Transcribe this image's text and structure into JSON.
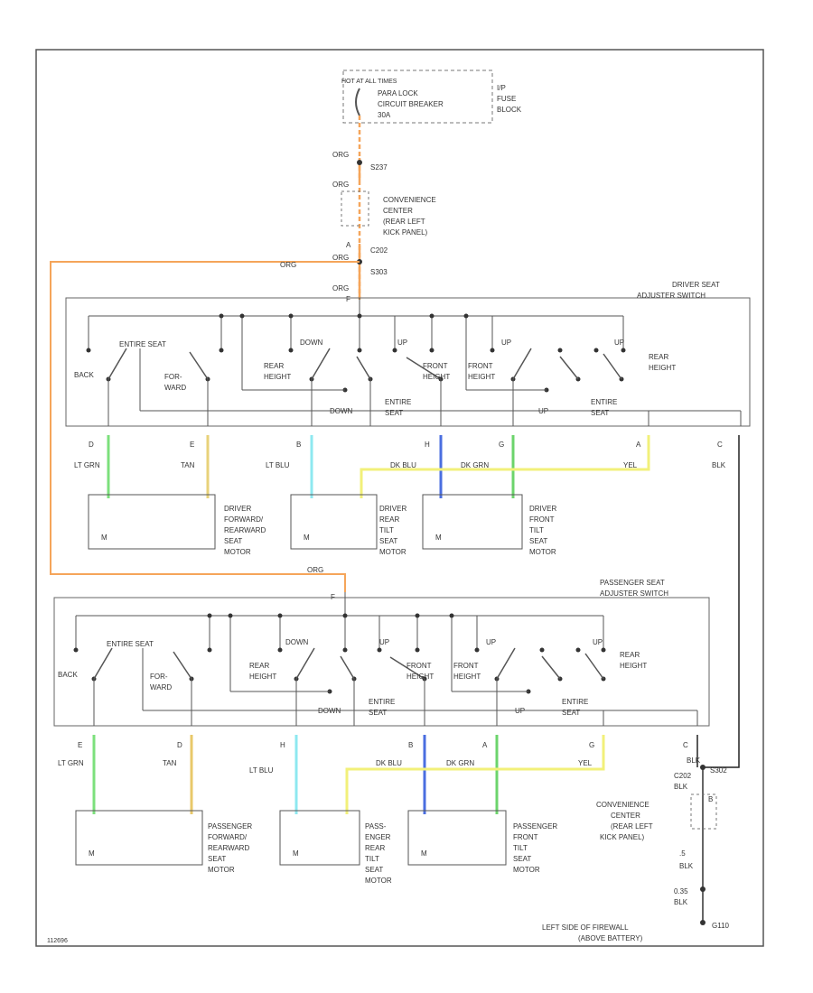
{
  "fuse": {
    "hot_label": "HOT AT ALL TIMES",
    "cb_line1": "PARA LOCK",
    "cb_line2": "CIRCUIT BREAKER",
    "cb_line3": "30A",
    "block_line1": "I/P",
    "block_line2": "FUSE",
    "block_line3": "BLOCK"
  },
  "feed": {
    "wire1": "ORG",
    "conn1": "S237",
    "wire2": "ORG",
    "conv_line1": "CONVENIENCE",
    "conv_line2": "CENTER",
    "conv_line3": "(REAR LEFT",
    "conv_line4": "KICK PANEL)",
    "pin_a": "A",
    "conn2": "C202",
    "wire_branch": "ORG",
    "wire3": "ORG",
    "conn3": "S303",
    "wire4": "ORG",
    "pin_f": "F"
  },
  "driver_switch": {
    "title_line1": "DRIVER SEAT",
    "title_line2": "ADJUSTER SWITCH",
    "lbl_entire_seat": "ENTIRE SEAT",
    "lbl_back": "BACK",
    "lbl_forward": "FOR-",
    "lbl_forward2": "WARD",
    "lbl_rear_height": "REAR",
    "lbl_rear_height2": "HEIGHT",
    "lbl_down": "DOWN",
    "lbl_down2": "DOWN",
    "lbl_front_height": "FRONT",
    "lbl_front_height2": "HEIGHT",
    "lbl_entire_seat2": "ENTIRE",
    "lbl_entire_seat2b": "SEAT",
    "lbl_front2": "FRONT",
    "lbl_front2b": "HEIGHT",
    "lbl_up": "UP",
    "lbl_up2": "UP",
    "lbl_up3": "UP",
    "lbl_rear2": "REAR",
    "lbl_rear2b": "HEIGHT",
    "lbl_entire_seat3": "ENTIRE",
    "lbl_entire_seat3b": "SEAT"
  },
  "driver_wires": [
    {
      "pin": "D",
      "color": "LT GRN",
      "hex": "#7ce07c"
    },
    {
      "pin": "E",
      "color": "TAN",
      "hex": "#e8d27a"
    },
    {
      "pin": "B",
      "color": "LT BLU",
      "hex": "#8ee8f0"
    },
    {
      "pin": "H",
      "color": "DK BLU",
      "hex": "#4a6ee0"
    },
    {
      "pin": "G",
      "color": "DK GRN",
      "hex": "#6cd46c"
    },
    {
      "pin": "A",
      "color": "YEL",
      "hex": "#f2f07a"
    },
    {
      "pin": "C",
      "color": "BLK",
      "hex": "#222222"
    }
  ],
  "driver_motors": [
    {
      "line1": "DRIVER",
      "line2": "FORWARD/",
      "line3": "REARWARD",
      "line4": "SEAT",
      "line5": "MOTOR"
    },
    {
      "line1": "DRIVER",
      "line2": "REAR",
      "line3": "TILT",
      "line4": "SEAT",
      "line5": "MOTOR"
    },
    {
      "line1": "DRIVER",
      "line2": "FRONT",
      "line3": "TILT",
      "line4": "SEAT",
      "line5": "MOTOR"
    }
  ],
  "pass_feed": {
    "wire": "ORG",
    "pin": "F"
  },
  "pass_switch": {
    "title_line1": "PASSENGER SEAT",
    "title_line2": "ADJUSTER SWITCH",
    "lbl_entire_seat": "ENTIRE SEAT",
    "lbl_back": "BACK",
    "lbl_forward": "FOR-",
    "lbl_forward2": "WARD",
    "lbl_rear_height": "REAR",
    "lbl_rear_height2": "HEIGHT",
    "lbl_down": "DOWN",
    "lbl_down2": "DOWN",
    "lbl_front_height": "FRONT",
    "lbl_front_height2": "HEIGHT",
    "lbl_entire_seat2": "ENTIRE",
    "lbl_entire_seat2b": "SEAT",
    "lbl_front2": "FRONT",
    "lbl_front2b": "HEIGHT",
    "lbl_up": "UP",
    "lbl_up2": "UP",
    "lbl_up3": "UP",
    "lbl_rear2": "REAR",
    "lbl_rear2b": "HEIGHT",
    "lbl_entire_seat3": "ENTIRE",
    "lbl_entire_seat3b": "SEAT"
  },
  "pass_wires": [
    {
      "pin": "E",
      "color": "LT GRN",
      "hex": "#7ce07c"
    },
    {
      "pin": "D",
      "color": "TAN",
      "hex": "#e8c86a"
    },
    {
      "pin": "H",
      "color": "LT BLU",
      "hex": "#8ee8f0"
    },
    {
      "pin": "B",
      "color": "DK BLU",
      "hex": "#4a6ee0"
    },
    {
      "pin": "A",
      "color": "DK GRN",
      "hex": "#6cd46c"
    },
    {
      "pin": "G",
      "color": "YEL",
      "hex": "#f2f07a"
    },
    {
      "pin": "C",
      "color": "BLK",
      "hex": "#222222"
    }
  ],
  "pass_motors": [
    {
      "line1": "PASSENGER",
      "line2": "FORWARD/",
      "line3": "REARWARD",
      "line4": "SEAT",
      "line5": "MOTOR"
    },
    {
      "line1": "PASS-",
      "line2": "ENGER",
      "line3": "REAR",
      "line4": "TILT",
      "line5": "SEAT",
      "line6": "MOTOR"
    },
    {
      "line1": "PASSENGER",
      "line2": "FRONT",
      "line3": "TILT",
      "line4": "SEAT",
      "line5": "MOTOR"
    }
  ],
  "ground": {
    "wire1": "BLK",
    "splice": "S302",
    "conn": "C202",
    "wire2": "BLK",
    "pin_b": "B",
    "conv_line1": "CONVENIENCE",
    "conv_line2": "CENTER",
    "conv_line3": "(REAR LEFT",
    "conv_line4": "KICK PANEL)",
    "wire3_gauge": ".5",
    "wire3": "BLK",
    "wire4_gauge": "0.35",
    "wire4": "BLK",
    "g_label": "G110",
    "loc_line1": "LEFT SIDE OF FIREWALL",
    "loc_line2": "(ABOVE BATTERY)"
  },
  "figure_id": "112696",
  "colors": {
    "orange": "#f5a55a",
    "line": "#555555"
  }
}
